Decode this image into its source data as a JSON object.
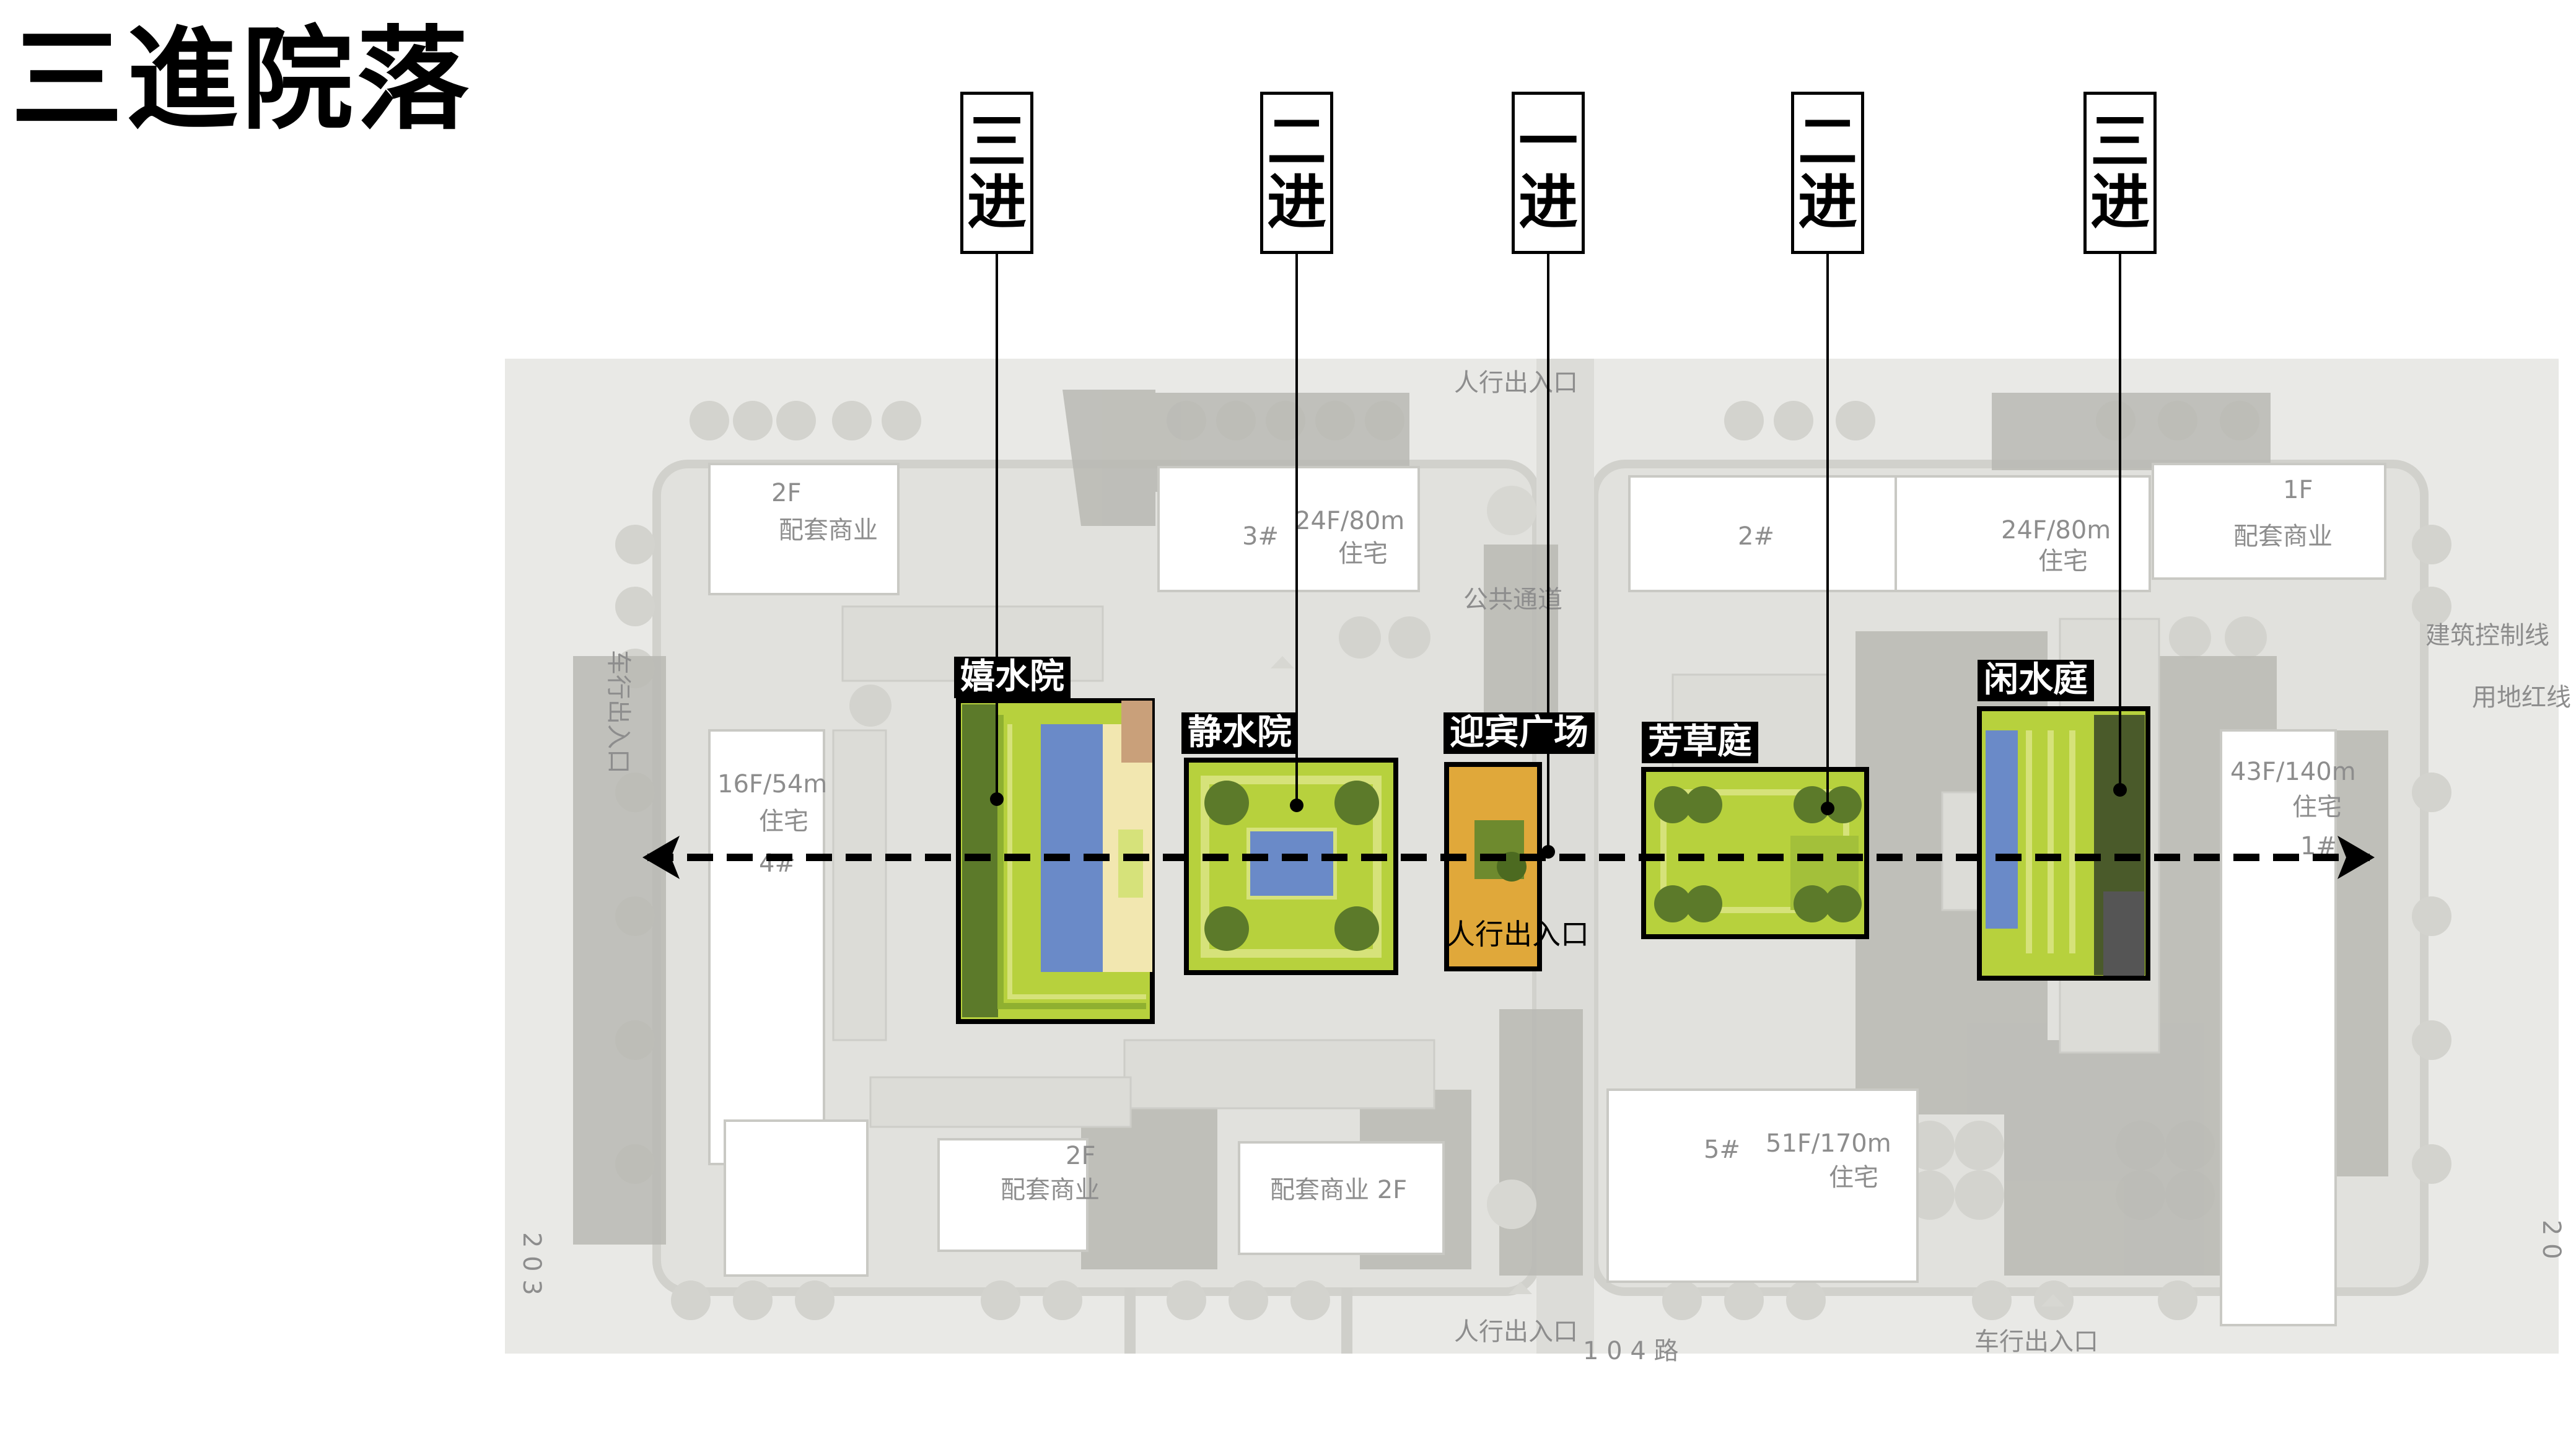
{
  "title": "三進院落",
  "courtyard_levels": [
    {
      "top": "三",
      "bottom": "进"
    },
    {
      "top": "二",
      "bottom": "进"
    },
    {
      "top": "一",
      "bottom": "进"
    },
    {
      "top": "二",
      "bottom": "进"
    },
    {
      "top": "三",
      "bottom": "进"
    }
  ],
  "zones": [
    "嬉水院",
    "静水院",
    "迎宾广场",
    "芳草庭",
    "闲水庭"
  ],
  "plan_labels": {
    "ped_entrance_top": "人行出入口",
    "ped_entrance_center": "人行出入口",
    "ped_entrance_bottom": "人行出入口",
    "vehicle_entrance_bottom": "车行出入口",
    "vehicle_entrance_left": "车行出入口",
    "public_passage": "公共通道",
    "bldg_3_num": "3#",
    "bldg_3_height": "24F/80m",
    "bldg_3_use": "住宅",
    "bldg_2_num": "2#",
    "bldg_2b_height": "24F/80m",
    "bldg_2b_use": "住宅",
    "comm_nw_floors": "2F",
    "comm_nw_use": "配套商业",
    "comm_ne_floors": "1F",
    "comm_ne_use": "配套商业",
    "bldg_4_height": "16F/54m",
    "bldg_4_use": "住宅",
    "bldg_4_num": "4#",
    "bldg_1_height": "43F/140m",
    "bldg_1_use": "住宅",
    "bldg_1_num": "1#",
    "bldg_5_num": "5#",
    "bldg_5_height": "51F/170m",
    "bldg_5_use": "住宅",
    "comm_sw_floors": "2F",
    "comm_sw_use": "配套商业",
    "comm_s_label": "配套商业 2F",
    "setback_line": "建筑控制线",
    "red_line": "用地红线",
    "road_left": "2 0 3",
    "road_bottom": "1 0 4 路",
    "road_right": "2 0"
  },
  "colors": {
    "plan_bg": "#e9e9e6",
    "building": "#ffffff",
    "shadow": "#b9b9b3",
    "lawn": "#b7d13d",
    "dark_green": "#5c7a2a",
    "water": "#6a8ac8",
    "plaza": "#e0a83a"
  }
}
